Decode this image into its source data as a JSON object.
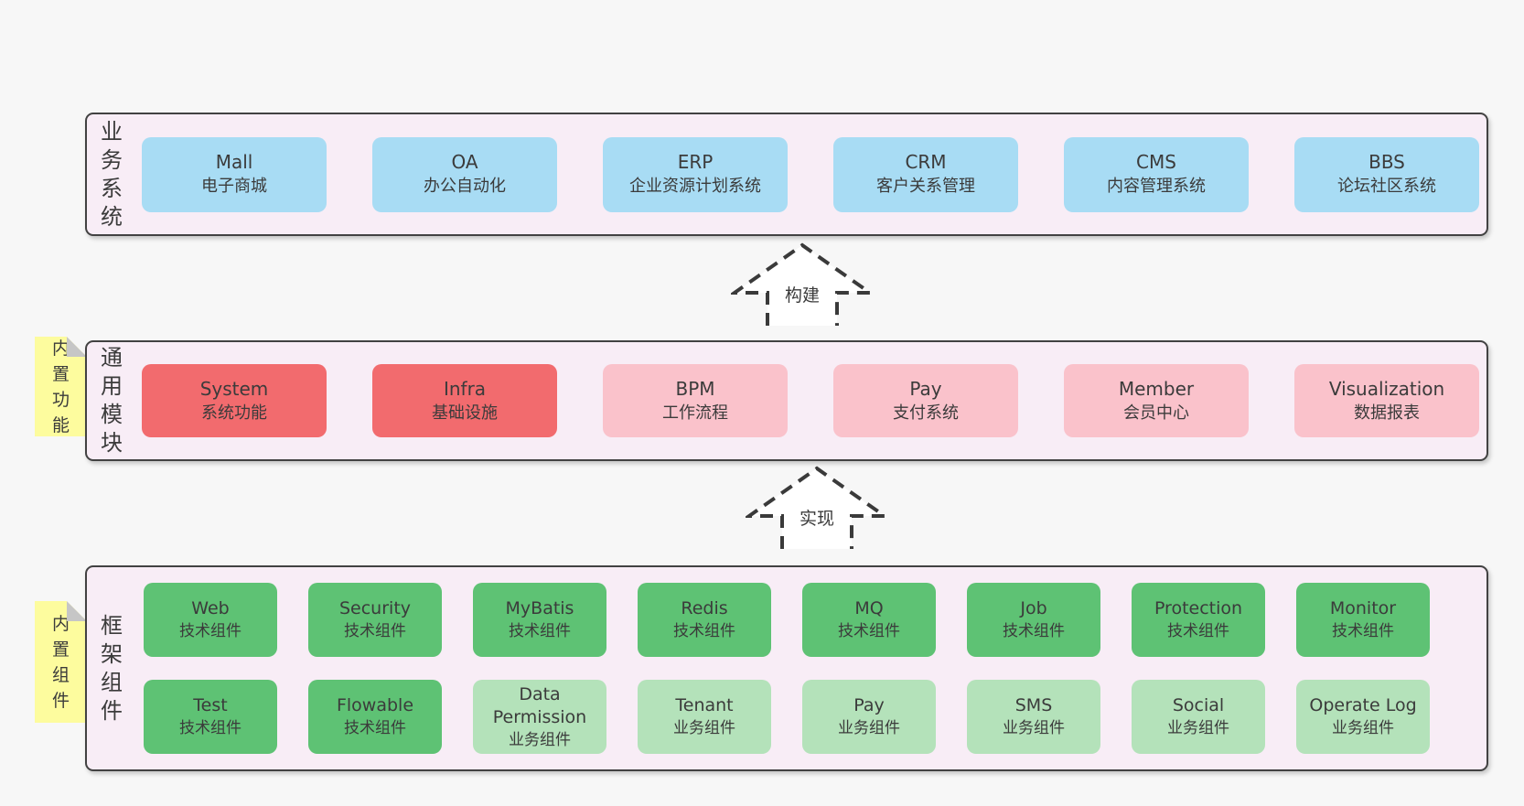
{
  "colors": {
    "page_bg": "#f7f7f7",
    "panel_bg": "#f8edf6",
    "panel_border": "#424242",
    "blue_box": "#a8dcf4",
    "red_box": "#f26b6e",
    "pink_box": "#fac2cb",
    "green_box": "#5ec274",
    "light_green_box": "#b4e2ba",
    "note_yellow": "#fdfc9e",
    "text": "#3b3b3b"
  },
  "arrows": {
    "build": "构建",
    "implement": "实现"
  },
  "sections": {
    "business": {
      "label": "业务系统",
      "boxes": [
        {
          "en": "Mall",
          "cn": "电子商城"
        },
        {
          "en": "OA",
          "cn": "办公自动化"
        },
        {
          "en": "ERP",
          "cn": "企业资源计划系统"
        },
        {
          "en": "CRM",
          "cn": "客户关系管理"
        },
        {
          "en": "CMS",
          "cn": "内容管理系统"
        },
        {
          "en": "BBS",
          "cn": "论坛社区系统"
        }
      ]
    },
    "modules": {
      "label": "通用模块",
      "note": "内置功能",
      "boxes": [
        {
          "en": "System",
          "cn": "系统功能"
        },
        {
          "en": "Infra",
          "cn": "基础设施"
        },
        {
          "en": "BPM",
          "cn": "工作流程"
        },
        {
          "en": "Pay",
          "cn": "支付系统"
        },
        {
          "en": "Member",
          "cn": "会员中心"
        },
        {
          "en": "Visualization",
          "cn": "数据报表"
        }
      ]
    },
    "framework": {
      "label": "框架组件",
      "note": "内置组件",
      "row1": [
        {
          "en": "Web",
          "cn": "技术组件"
        },
        {
          "en": "Security",
          "cn": "技术组件"
        },
        {
          "en": "MyBatis",
          "cn": "技术组件"
        },
        {
          "en": "Redis",
          "cn": "技术组件"
        },
        {
          "en": "MQ",
          "cn": "技术组件"
        },
        {
          "en": "Job",
          "cn": "技术组件"
        },
        {
          "en": "Protection",
          "cn": "技术组件"
        },
        {
          "en": "Monitor",
          "cn": "技术组件"
        }
      ],
      "row2": [
        {
          "en": "Test",
          "cn": "技术组件"
        },
        {
          "en": "Flowable",
          "cn": "技术组件"
        },
        {
          "en": "Data Permission",
          "cn": "业务组件"
        },
        {
          "en": "Tenant",
          "cn": "业务组件"
        },
        {
          "en": "Pay",
          "cn": "业务组件"
        },
        {
          "en": "SMS",
          "cn": "业务组件"
        },
        {
          "en": "Social",
          "cn": "业务组件"
        },
        {
          "en": "Operate Log",
          "cn": "业务组件"
        }
      ]
    }
  }
}
